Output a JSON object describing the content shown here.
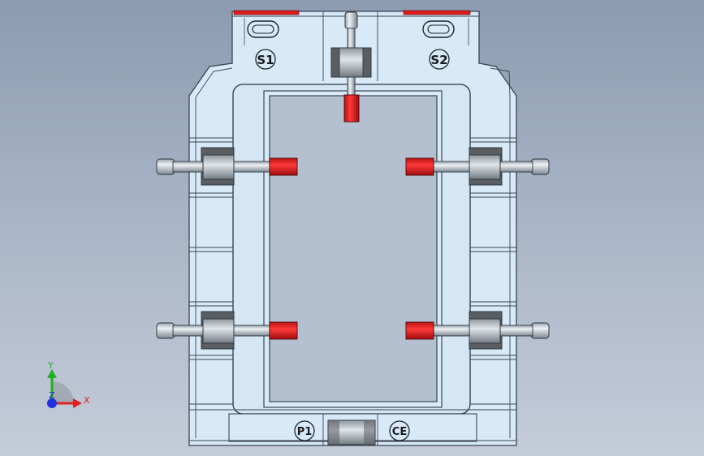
{
  "model": {
    "markings": {
      "s1": "S1",
      "s2": "S2",
      "p1": "P1",
      "ce": "CE"
    },
    "colors": {
      "body": "#d8e9f7",
      "body_edge": "#3a4450",
      "red_tip": "#e0191d",
      "bolt": "#c9d2da",
      "dark_block": "#5a5e62",
      "background_top": "#8c9bb1",
      "background_bottom": "#c4ccd9"
    }
  },
  "triad": {
    "x_label": "X",
    "y_label": "Y",
    "z_label": "Z",
    "colors": {
      "x": "#e02020",
      "y": "#20b020",
      "z": "#2030e0"
    }
  }
}
